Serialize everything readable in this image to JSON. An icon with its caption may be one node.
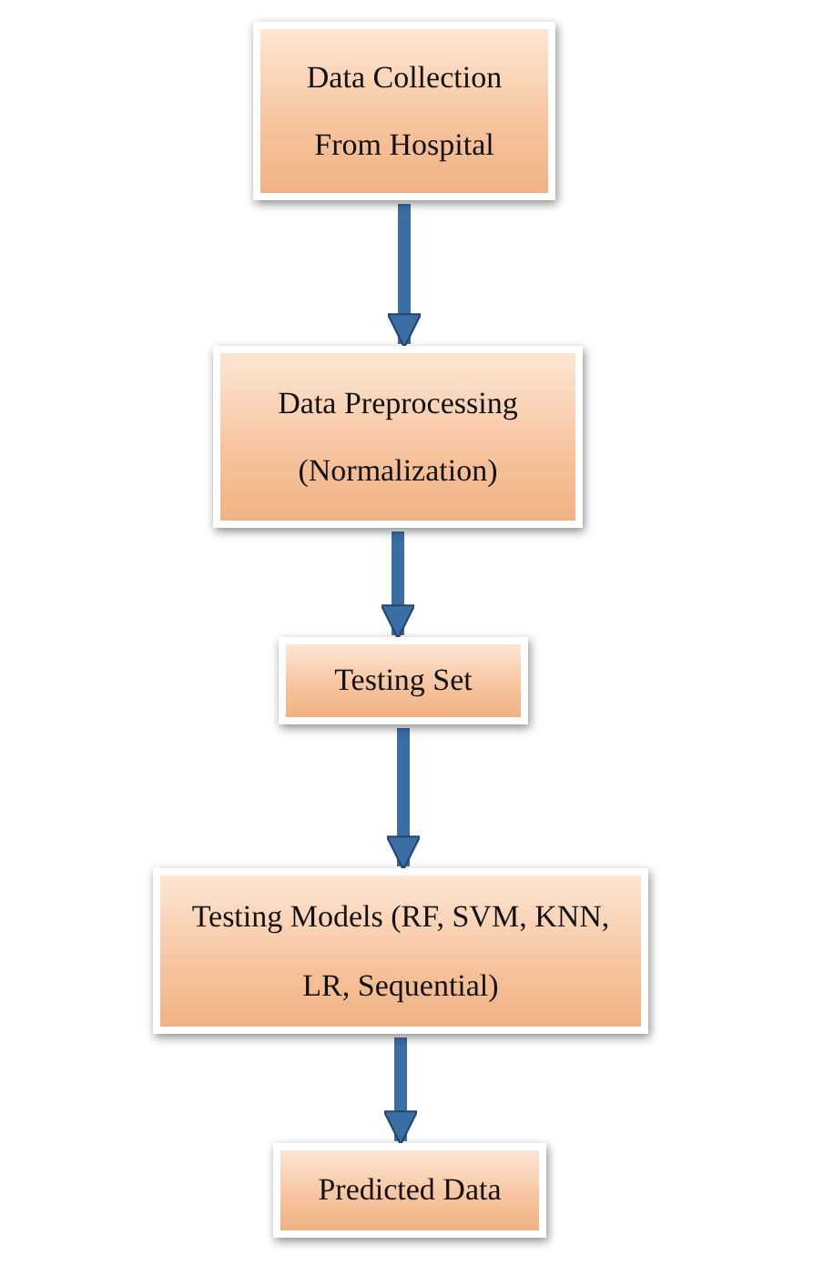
{
  "diagram": {
    "nodes": [
      {
        "text": [
          "Data Collection From Hospital"
        ]
      },
      {
        "text": [
          "Data Preprocessing (Normalization)"
        ]
      },
      {
        "text": [
          "Testing Set"
        ]
      },
      {
        "text": [
          "Testing Models (RF, SVM, KNN, LR, Sequential)"
        ]
      },
      {
        "text": [
          "Predicted Data"
        ]
      }
    ],
    "edges": [
      {
        "from": 0,
        "to": 1,
        "arrow": "to"
      },
      {
        "from": 1,
        "to": 2,
        "arrow": "to"
      },
      {
        "from": 2,
        "to": 3,
        "arrow": "to"
      },
      {
        "from": 3,
        "to": 4,
        "arrow": "to"
      }
    ]
  }
}
